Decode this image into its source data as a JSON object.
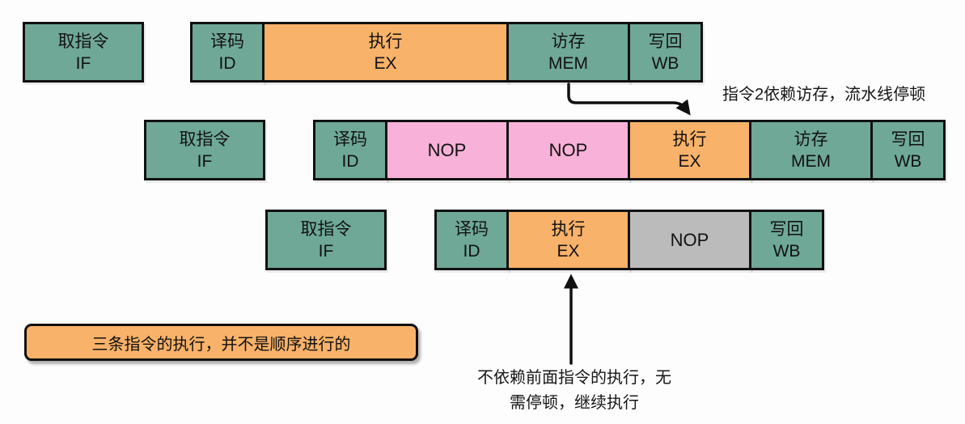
{
  "colors": {
    "stage_teal": "#6FA897",
    "execute_orange": "#F9B269",
    "nop_pink": "#F8B1D8",
    "nop_gray": "#BBBBBB",
    "border_black": "#101010",
    "background": "#FDFDFD"
  },
  "rows": [
    {
      "name": "instruction-1",
      "boxes": [
        {
          "stage": "fetch",
          "line1": "取指令",
          "line2": "IF"
        },
        {
          "stage": "decode",
          "line1": "译码",
          "line2": "ID"
        },
        {
          "stage": "execute",
          "line1": "执行",
          "line2": "EX"
        },
        {
          "stage": "memory",
          "line1": "访存",
          "line2": "MEM"
        },
        {
          "stage": "writeback",
          "line1": "写回",
          "line2": "WB"
        }
      ]
    },
    {
      "name": "instruction-2",
      "boxes": [
        {
          "stage": "fetch",
          "line1": "取指令",
          "line2": "IF"
        },
        {
          "stage": "decode",
          "line1": "译码",
          "line2": "ID"
        },
        {
          "stage": "nop-1",
          "line1": "NOP"
        },
        {
          "stage": "nop-2",
          "line1": "NOP"
        },
        {
          "stage": "execute",
          "line1": "执行",
          "line2": "EX"
        },
        {
          "stage": "memory",
          "line1": "访存",
          "line2": "MEM"
        },
        {
          "stage": "writeback",
          "line1": "写回",
          "line2": "WB"
        }
      ]
    },
    {
      "name": "instruction-3",
      "boxes": [
        {
          "stage": "fetch",
          "line1": "取指令",
          "line2": "IF"
        },
        {
          "stage": "decode",
          "line1": "译码",
          "line2": "ID"
        },
        {
          "stage": "execute",
          "line1": "执行",
          "line2": "EX"
        },
        {
          "stage": "nop",
          "line1": "NOP"
        },
        {
          "stage": "writeback",
          "line1": "写回",
          "line2": "WB"
        }
      ]
    }
  ],
  "annotations": {
    "stall_label": "指令2依赖访存，流水线停顿",
    "continue_line1": "不依赖前面指令的执行，无",
    "continue_line2": "需停顿，继续执行",
    "legend": "三条指令的执行，并不是顺序进行的"
  }
}
